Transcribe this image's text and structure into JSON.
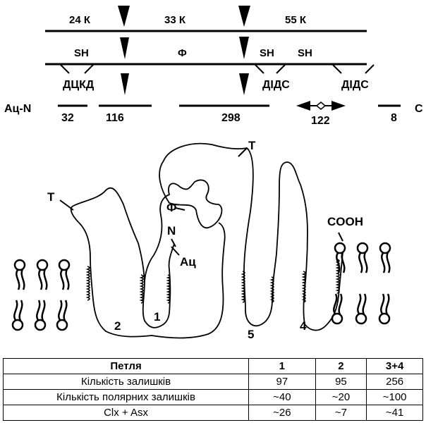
{
  "top_map": {
    "fragments_kda": [
      "24 К",
      "33 К",
      "55 К"
    ],
    "sites": [
      "SH",
      "Ф",
      "SH",
      "SH"
    ],
    "segments": [
      "ДЦКД",
      "ДІДС",
      "ДІДС"
    ],
    "n_terminus": "Ац-N",
    "c_terminus": "C",
    "lengths": [
      "32",
      "116",
      "298",
      "122",
      "8"
    ]
  },
  "membrane_model": {
    "labels": {
      "t_left": "T",
      "t_top": "T",
      "phi": "Ф",
      "n": "N",
      "ac": "Ац",
      "cooh": "COOH"
    },
    "loops": [
      "1",
      "2",
      "4",
      "5"
    ]
  },
  "table": {
    "headers": [
      "Петля",
      "1",
      "2",
      "3+4"
    ],
    "rows": [
      [
        "Кількість залишків",
        "97",
        "95",
        "256"
      ],
      [
        "Кількість полярних залишків",
        "~40",
        "~20",
        "~100"
      ],
      [
        "Clx + Asx",
        "~26",
        "~7",
        "~41"
      ]
    ]
  }
}
